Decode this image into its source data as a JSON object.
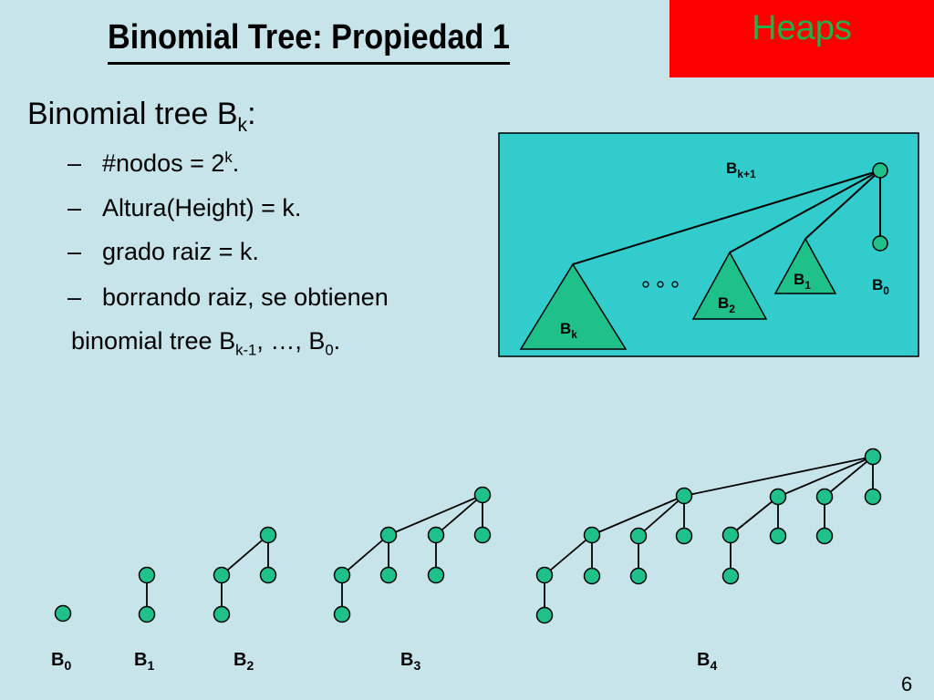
{
  "header": {
    "title": "Binomial Tree: Propiedad 1",
    "corner_label": "Heaps",
    "corner_color": "#ff0000",
    "corner_text_color": "#22b04a"
  },
  "heading": {
    "text": "Binomial tree B",
    "sub": "k",
    "suffix": ":"
  },
  "bullets": [
    {
      "dash": "–",
      "pre": "#nodos = 2",
      "sup": "k",
      "post": "."
    },
    {
      "dash": "–",
      "text": "Altura(Height) = k."
    },
    {
      "dash": "–",
      "text": "grado raiz = k."
    },
    {
      "dash": "–",
      "text": "borrando raiz, se obtienen"
    }
  ],
  "continuation": {
    "pre": "binomial tree B",
    "sub1": "k-1",
    "mid": ", …, B",
    "sub2": "0",
    "post": "."
  },
  "diagram": {
    "panel_color": "#33cccc",
    "node_color": "#20c08a",
    "root_label": {
      "base": "B",
      "sub": "k+1"
    },
    "subtree_labels": [
      {
        "base": "B",
        "sub": "k"
      },
      {
        "base": "B",
        "sub": "2"
      },
      {
        "base": "B",
        "sub": "1"
      },
      {
        "base": "B",
        "sub": "0"
      }
    ]
  },
  "trees": [
    {
      "base": "B",
      "sub": "0"
    },
    {
      "base": "B",
      "sub": "1"
    },
    {
      "base": "B",
      "sub": "2"
    },
    {
      "base": "B",
      "sub": "3"
    },
    {
      "base": "B",
      "sub": "4"
    }
  ],
  "page_number": "6"
}
